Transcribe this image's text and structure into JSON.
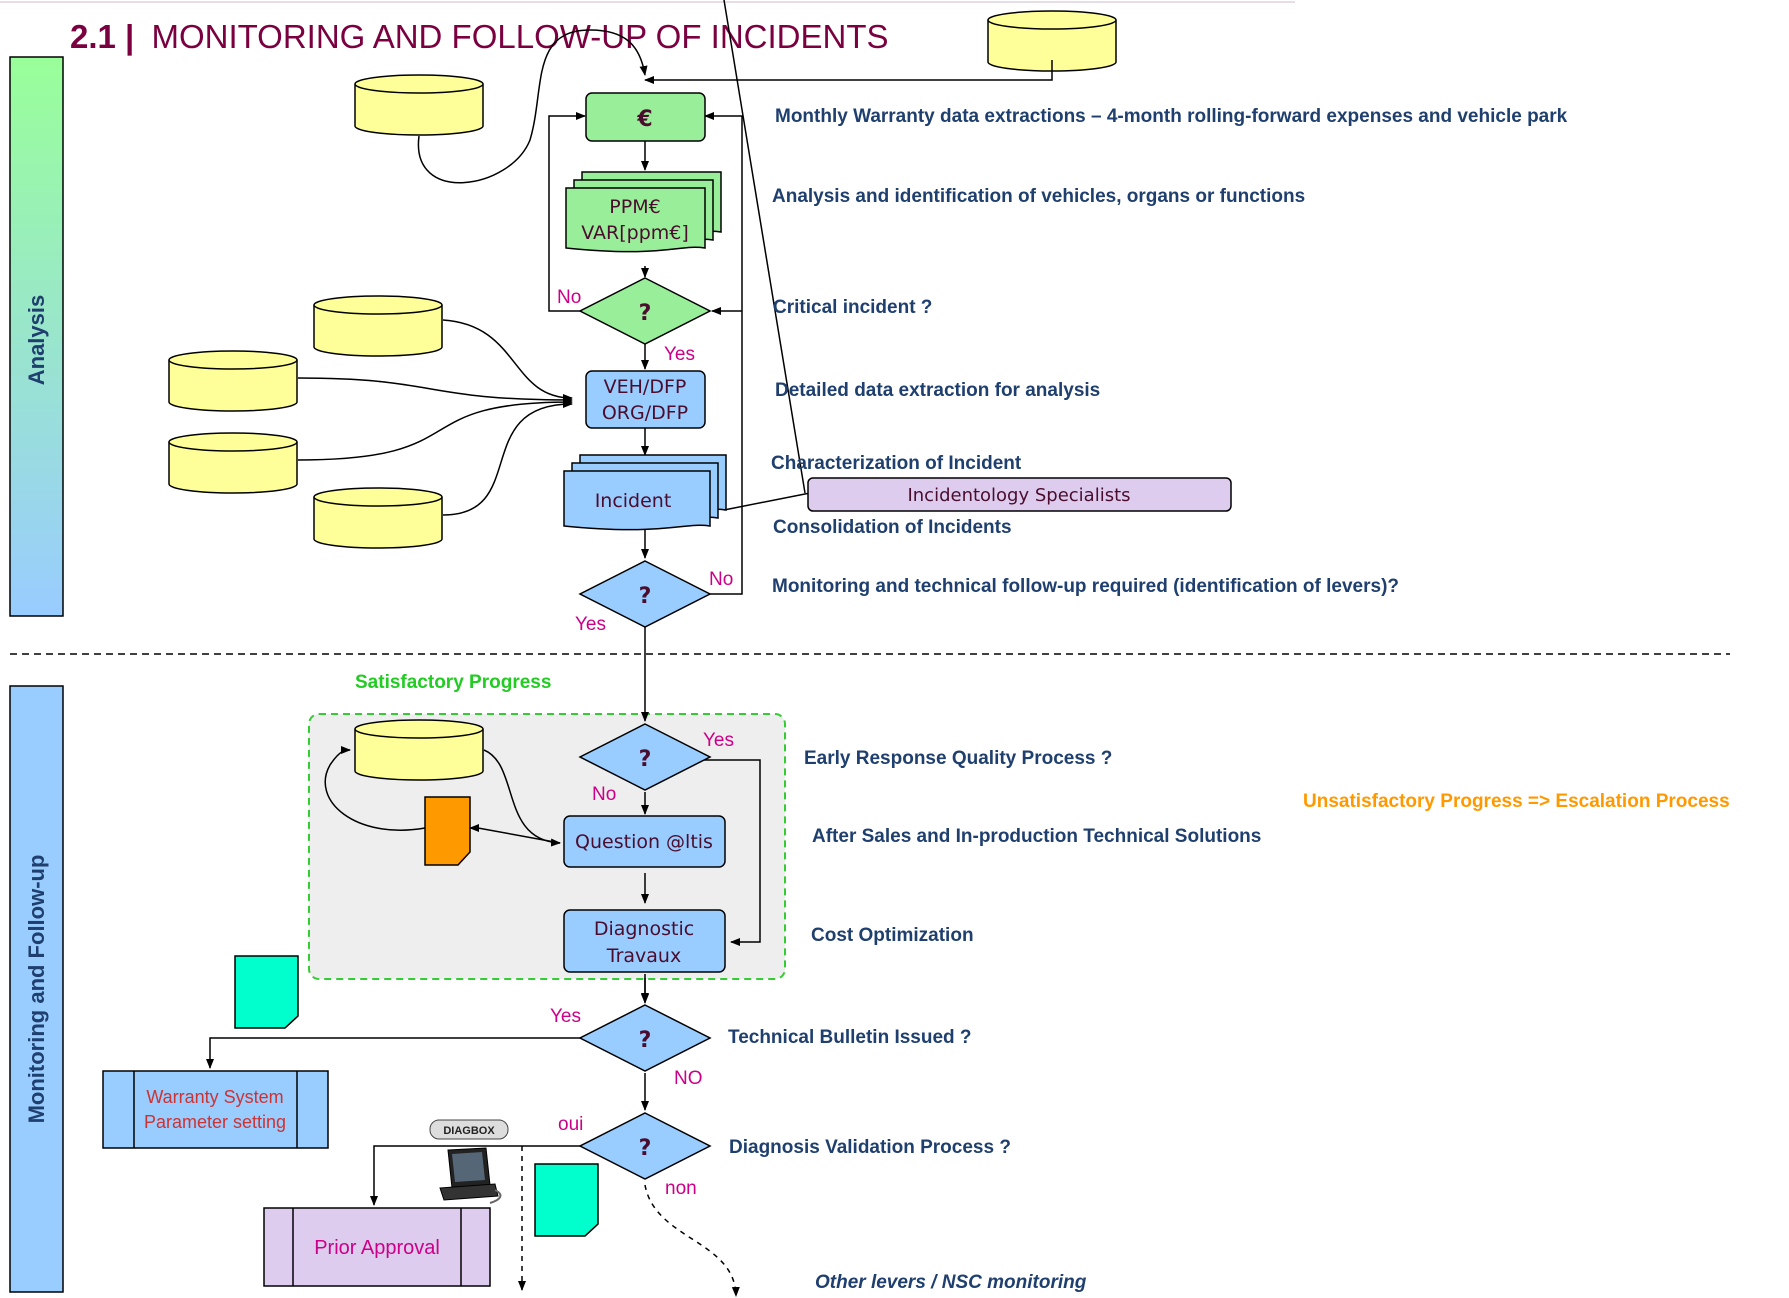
{
  "header": {
    "number": "2.1 |",
    "title": "MONITORING AND FOLLOW-UP OF INCIDENTS"
  },
  "phases": {
    "analysis": "Analysis",
    "monitoring": "Monitoring and Follow-up"
  },
  "nodes": {
    "euro": "€",
    "ppm_line1": "PPM€",
    "ppm_line2": "VAR[ppm€]",
    "decision": "?",
    "veh_line1": "VEH/DFP",
    "veh_line2": "ORG/DFP",
    "incident": "Incident",
    "specialists": "Incidentology Specialists",
    "question_altis": "Question @ltis",
    "diag_line1": "Diagnostic",
    "diag_line2": "Travaux",
    "warranty_line1": "Warranty System",
    "warranty_line2": "Parameter setting",
    "prior_approval": "Prior Approval",
    "diagbox_logo": "DIAGBOX"
  },
  "labels": {
    "no": "No",
    "yes": "Yes",
    "no_upper": "NO",
    "oui": "oui",
    "non": "non"
  },
  "descriptions": {
    "monthly": "Monthly Warranty data extractions – 4-month rolling-forward expenses and vehicle park",
    "analysis_id": "Analysis and identification of vehicles, organs or functions",
    "critical": "Critical incident ?",
    "detailed": "Detailed data extraction for analysis",
    "characterization": "Characterization of Incident",
    "consolidation": "Consolidation of Incidents",
    "monitoring_req": "Monitoring and technical follow-up required (identification of levers)?",
    "early": "Early Response Quality Process ?",
    "after_sales": "After Sales and In-production Technical Solutions",
    "cost": "Cost Optimization",
    "tech_bulletin": "Technical Bulletin Issued ?",
    "diag_validation": "Diagnosis Validation Process ?",
    "other_levers": "Other levers / NSC monitoring",
    "satisfactory": "Satisfactory Progress",
    "unsatisfactory": "Unsatisfactory Progress => Escalation Process"
  },
  "colors": {
    "title_maroon": "#7a0040",
    "desc_blue": "#1f3f6e",
    "label_magenta": "#cc0088",
    "green_fill": "#99ee99",
    "blue_fill": "#99ccff",
    "yellow_db": "#ffff99",
    "lavender": "#ddccee",
    "cyan_doc": "#00ffcc",
    "orange_doc": "#ff9900",
    "satisfactory_green": "#22cc22",
    "unsatisfactory_orange": "#ff9900"
  }
}
